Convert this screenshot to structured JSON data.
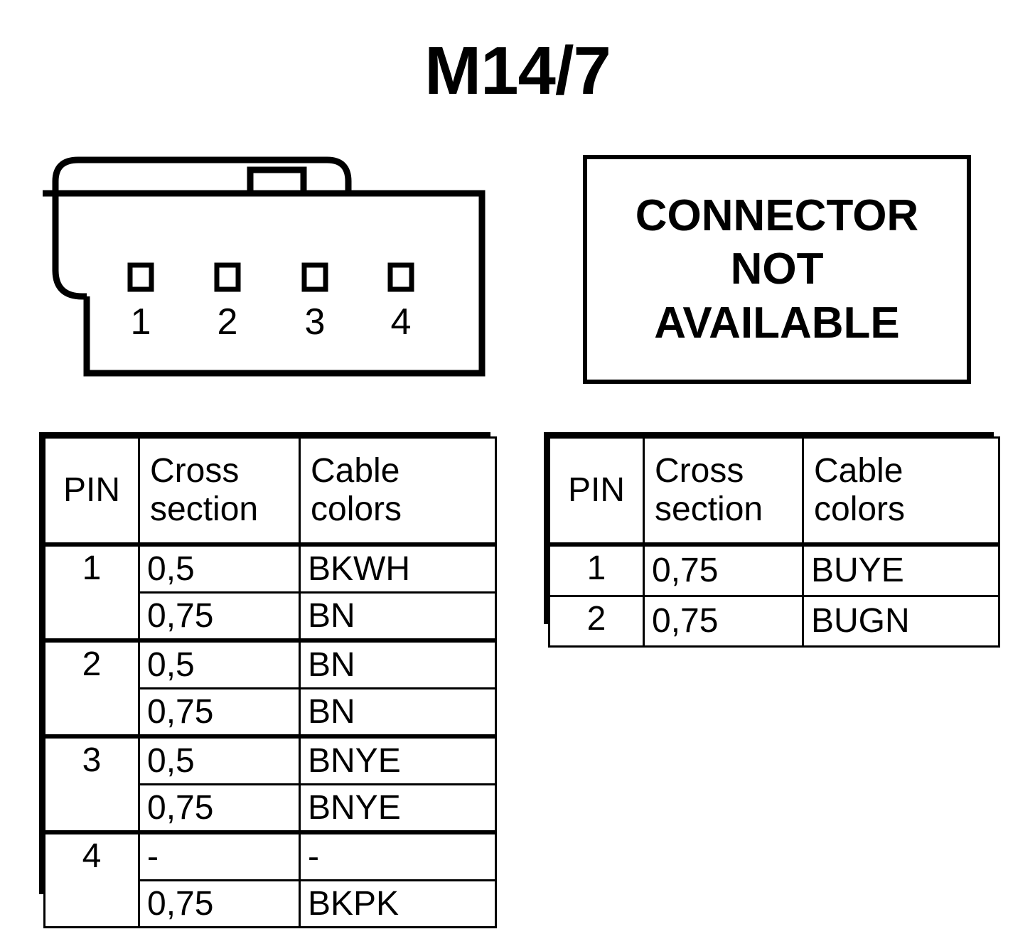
{
  "title": "M14/7",
  "connector": {
    "pin_count": 4,
    "pin_labels": [
      "1",
      "2",
      "3",
      "4"
    ],
    "note_box": {
      "lines": [
        "CONNECTOR",
        "NOT",
        "AVAILABLE"
      ]
    }
  },
  "tables": [
    {
      "id": "left",
      "headers": {
        "pin": "PIN",
        "cross_line1": "Cross",
        "cross_line2": "section",
        "colors_line1": "Cable",
        "colors_line2": "colors"
      },
      "rows": [
        {
          "pin": "1",
          "cross": "0,5",
          "color": "BKWH",
          "group_start": true
        },
        {
          "pin": "",
          "cross": "0,75",
          "color": "BN",
          "group_start": false
        },
        {
          "pin": "2",
          "cross": "0,5",
          "color": "BN",
          "group_start": true
        },
        {
          "pin": "",
          "cross": "0,75",
          "color": "BN",
          "group_start": false
        },
        {
          "pin": "3",
          "cross": "0,5",
          "color": "BNYE",
          "group_start": true
        },
        {
          "pin": "",
          "cross": "0,75",
          "color": "BNYE",
          "group_start": false
        },
        {
          "pin": "4",
          "cross": "-",
          "color": "-",
          "group_start": true
        },
        {
          "pin": "",
          "cross": "0,75",
          "color": "BKPK",
          "group_start": false
        }
      ]
    },
    {
      "id": "right",
      "headers": {
        "pin": "PIN",
        "cross_line1": "Cross",
        "cross_line2": "section",
        "colors_line1": "Cable",
        "colors_line2": "colors"
      },
      "rows": [
        {
          "pin": "1",
          "cross": "0,75",
          "color": "BUYE",
          "group_start": true
        },
        {
          "pin": "2",
          "cross": "0,75",
          "color": "BUGN",
          "group_start": true
        }
      ]
    }
  ],
  "colors": {
    "ink": "#000000",
    "paper": "#ffffff"
  }
}
